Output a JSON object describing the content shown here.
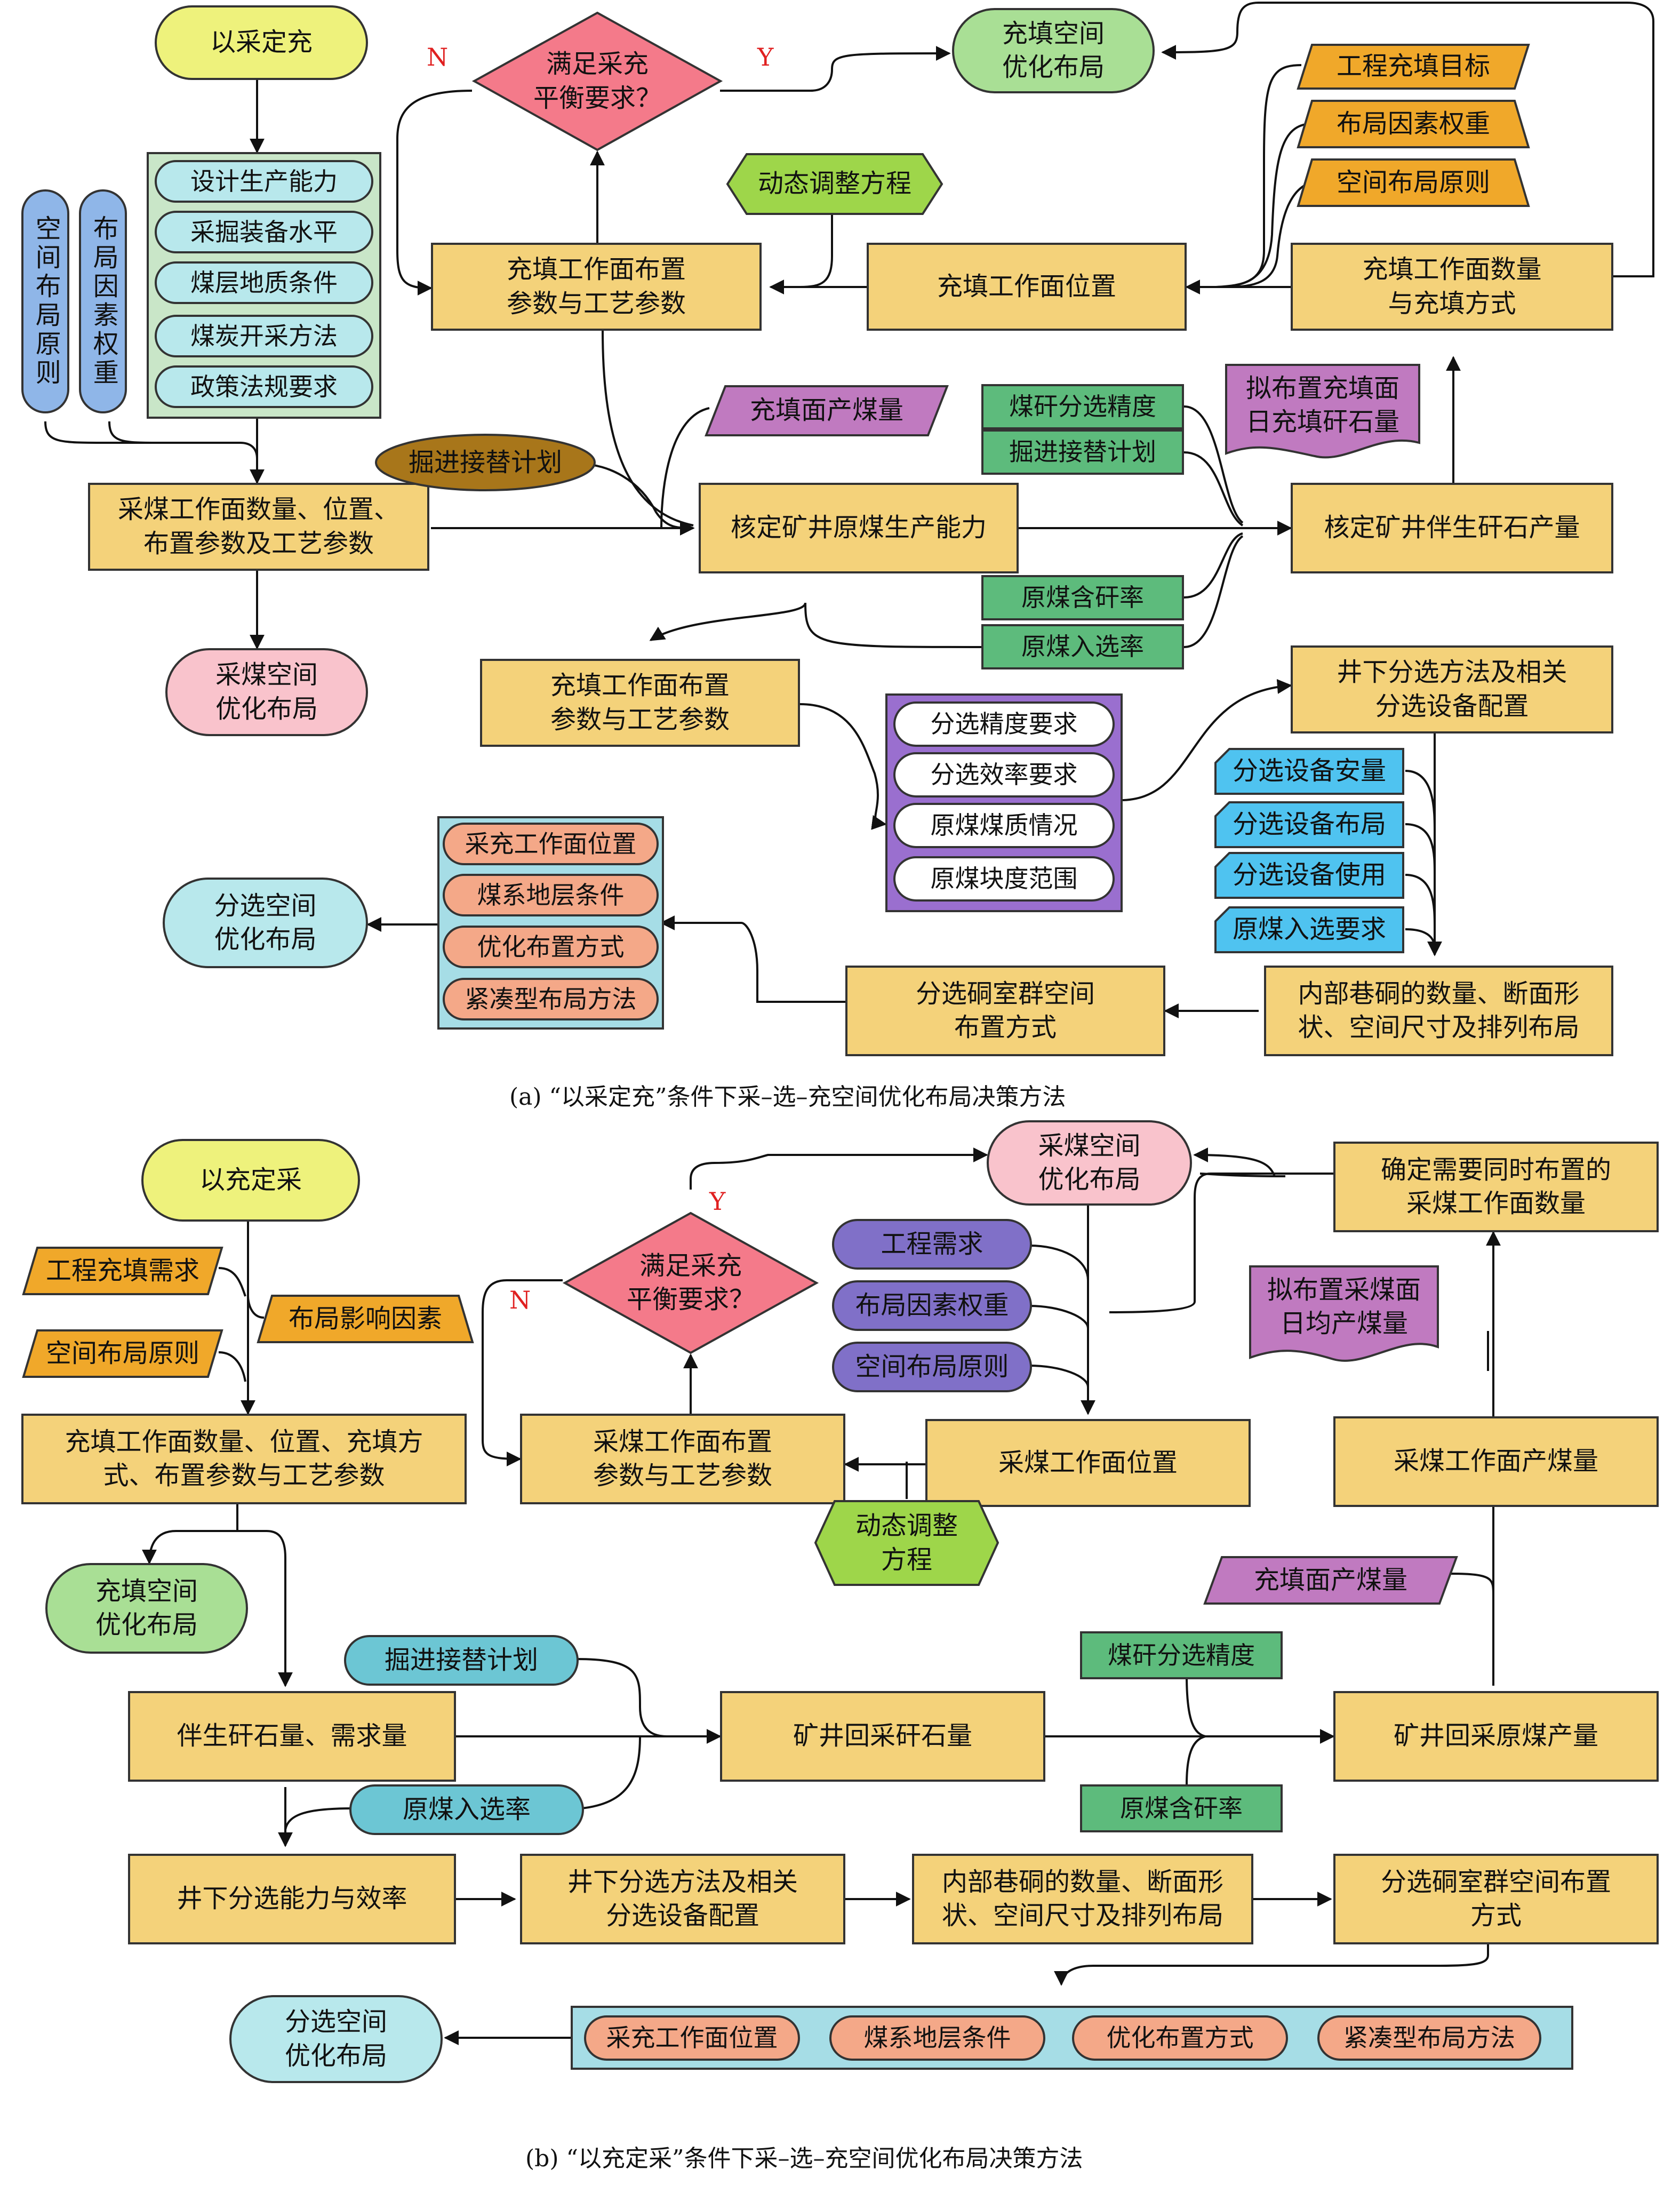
{
  "a": {
    "start": "以采定充",
    "factors": [
      "设计生产能力",
      "采掘装备水平",
      "煤层地质条件",
      "煤炭开采方法",
      "政策法规要求"
    ],
    "vert1": "空间布局原则",
    "vert2": "布局因素权重",
    "mining_layout": "采煤工作面数量、位置、\n布置参数及工艺参数",
    "mining_out": "采煤空间\n优化布局",
    "driving_plan": "掘进接替计划",
    "fill_face_output": "充填面产煤量",
    "verify_capacity": "核定矿井原煤生产能力",
    "fill_params_top": "充填工作面布置\n参数与工艺参数",
    "fill_params_mid": "充填工作面布置\n参数与工艺参数",
    "decision": "满足采充\n平衡要求？",
    "label_n": "N",
    "label_y": "Y",
    "fill_out": "充填空间\n优化布局",
    "dynamic_adjust": "动态调整方程",
    "fill_position": "充填工作面位置",
    "fill_count": "充填工作面数量\n与充填方式",
    "goals": [
      "工程充填目标",
      "布局因素权重",
      "空间布局原则"
    ],
    "green_items": [
      "煤矸分选精度",
      "掘进接替计划",
      "原煤含矸率",
      "原煤入选率"
    ],
    "planned_daily": "拟布置充填面\n日充填矸石量",
    "verify_gangue": "核定矿井伴生矸石产量",
    "sep_reqs": [
      "分选精度要求",
      "分选效率要求",
      "原煤煤质情况",
      "原煤块度范围"
    ],
    "sep_method": "井下分选方法及相关\n分选设备配置",
    "sep_equip": [
      "分选设备安量",
      "分选设备布局",
      "分选设备使用",
      "原煤入选要求"
    ],
    "tunnels": "内部巷硐的数量、断面形\n状、空间尺寸及排列布局",
    "chamber": "分选硐室群空间\n布置方式",
    "opt_items": [
      "采充工作面位置",
      "煤系地层条件",
      "优化布置方式",
      "紧凑型布局方法"
    ],
    "sep_out": "分选空间\n优化布局",
    "caption": "(a) “以采定充”条件下采–选–充空间优化布局决策方法"
  },
  "b": {
    "start": "以充定采",
    "demand": "工程充填需求",
    "influence": "布局影响因素",
    "principle": "空间布局原则",
    "fill_layout": "充填工作面数量、位置、充填方\n式、布置参数与工艺参数",
    "fill_out": "充填空间\n优化布局",
    "mining_params": "采煤工作面布置\n参数与工艺参数",
    "decision": "满足采充\n平衡要求？",
    "label_n": "N",
    "label_y": "Y",
    "mining_out": "采煤空间\n优化布局",
    "purple_items": [
      "工程需求",
      "布局因素权重",
      "空间布局原则"
    ],
    "mining_position": "采煤工作面位置",
    "dynamic_adjust": "动态调整\n方程",
    "confirm_count": "确定需要同时布置的\n采煤工作面数量",
    "planned_daily": "拟布置采煤面\n日均产煤量",
    "mining_output": "采煤工作面产煤量",
    "fill_face_output": "充填面产煤量",
    "driving_plan": "掘进接替计划",
    "gangue_demand": "伴生矸石量、需求量",
    "recovered_gangue": "矿井回采矸石量",
    "sep_precision": "煤矸分选精度",
    "recovered_coal": "矿井回采原煤产量",
    "gangue_rate": "原煤含矸率",
    "washing_rate": "原煤入选率",
    "sep_capacity": "井下分选能力与效率",
    "sep_method": "井下分选方法及相关\n分选设备配置",
    "tunnels": "内部巷硐的数量、断面形\n状、空间尺寸及排列布局",
    "chamber": "分选硐室群空间布置\n方式",
    "opt_items": [
      "采充工作面位置",
      "煤系地层条件",
      "优化布置方式",
      "紧凑型布局方法"
    ],
    "sep_out": "分选空间\n优化布局",
    "caption": "(b) “以充定采”条件下采–选–充空间优化布局决策方法"
  },
  "colors": {
    "rect": "#f4d27a",
    "decision": "#f47a8a",
    "green_terminal": "#a9df95",
    "pink_terminal": "#f9c3cc",
    "orange": "#f0a82a",
    "purple": "#c07ac0",
    "dark_purple": "#8070c8",
    "green_box": "#5dbb7c",
    "light_green_hex": "#9ed64a",
    "brown": "#a8761a"
  }
}
